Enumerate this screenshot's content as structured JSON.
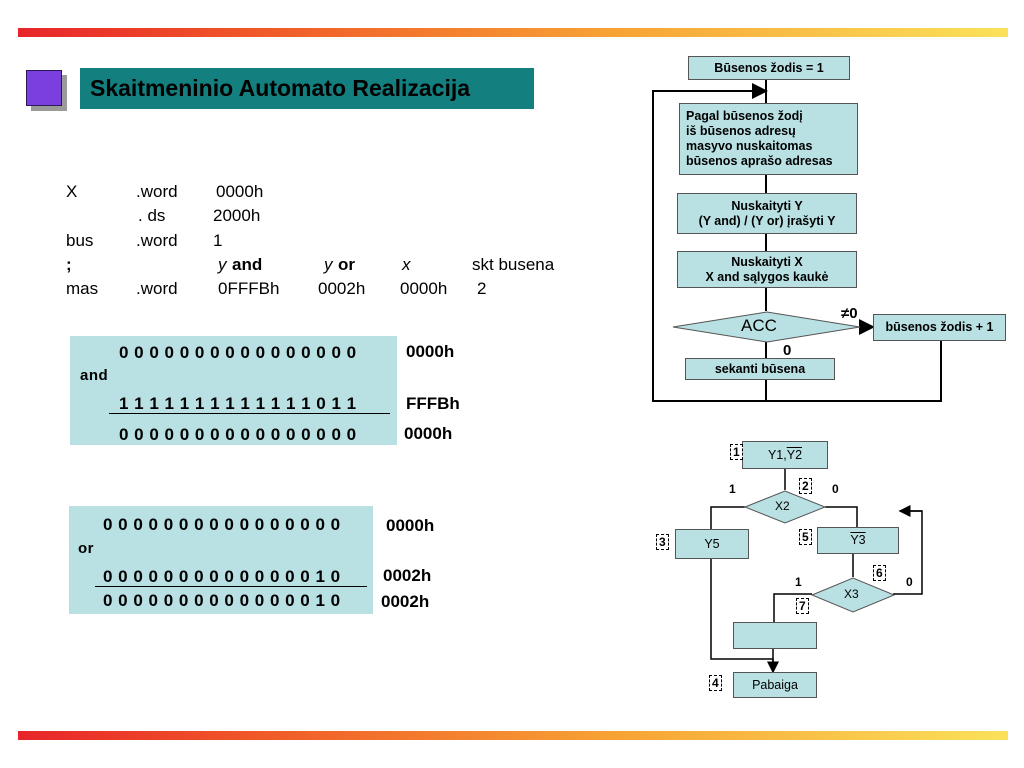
{
  "slide": {
    "title": "Skaitmeninio Automato Realizacija"
  },
  "code": [
    [
      "X",
      ".word",
      "0000h"
    ],
    [
      "",
      ". ds",
      "2000h"
    ],
    [
      "bus",
      ".word",
      "1"
    ],
    [
      "mas",
      ".word",
      "0FFFBh",
      "0002h",
      "0000h",
      "2"
    ]
  ],
  "code_comment": {
    "semicolon": ";",
    "y1": "y",
    "and": "and",
    "y2": "y",
    "or": "or",
    "x": "x",
    "tail": "skt busena"
  },
  "and_panel": {
    "row1_bits": "0 0 0 0 0 0 0 0 0 0 0 0 0 0 0 0",
    "row1_hex": "0000h",
    "op": "and",
    "row2_bits": "1 1 1 1 1 1 1 1 1 1 1 1 1 0 1 1",
    "row2_hex": "FFFBh",
    "result_bits": "0 0 0 0 0 0 0 0 0 0 0 0 0 0 0 0",
    "result_hex": "0000h"
  },
  "or_panel": {
    "row1_bits": "0 0 0 0 0 0 0 0 0 0 0 0 0 0 0 0",
    "row1_hex": "0000h",
    "op": "or",
    "row2_bits": "0 0 0 0 0 0 0 0 0 0 0 0 0 0 1 0",
    "row2_hex": "0002h",
    "result_bits": "0 0 0 0 0 0 0 0 0 0 0 0 0 0 1 0",
    "result_hex": "0002h"
  },
  "flow1": {
    "start": "Būsenos žodis = 1",
    "read_addr": [
      "Pagal būsenos žodį",
      "iš būsenos adresų",
      "masyvo nuskaitomas",
      "būsenos aprašo adresas"
    ],
    "read_y": [
      "Nuskaityti Y",
      "(Y and) / (Y or) įrašyti Y"
    ],
    "read_x": [
      "Nuskaityti X",
      "X and sąlygos kaukė"
    ],
    "acc": "ACC",
    "ne_zero": "≠0",
    "zero": "0",
    "incr": "būsenos žodis + 1",
    "next": "sekanti būsena"
  },
  "flow2": {
    "y1y2_a": "Y1, ",
    "y1y2_b": "Y2",
    "x2": "X2",
    "y5": "Y5",
    "y3": "Y3",
    "x3": "X3",
    "blank": "",
    "end": "Pabaiga",
    "one_a": "1",
    "zero_a": "0",
    "one_b": "1",
    "zero_b": "0",
    "n1": "1",
    "n2": "2",
    "n3": "3",
    "n4": "4",
    "n5": "5",
    "n6": "6",
    "n7": "7"
  }
}
